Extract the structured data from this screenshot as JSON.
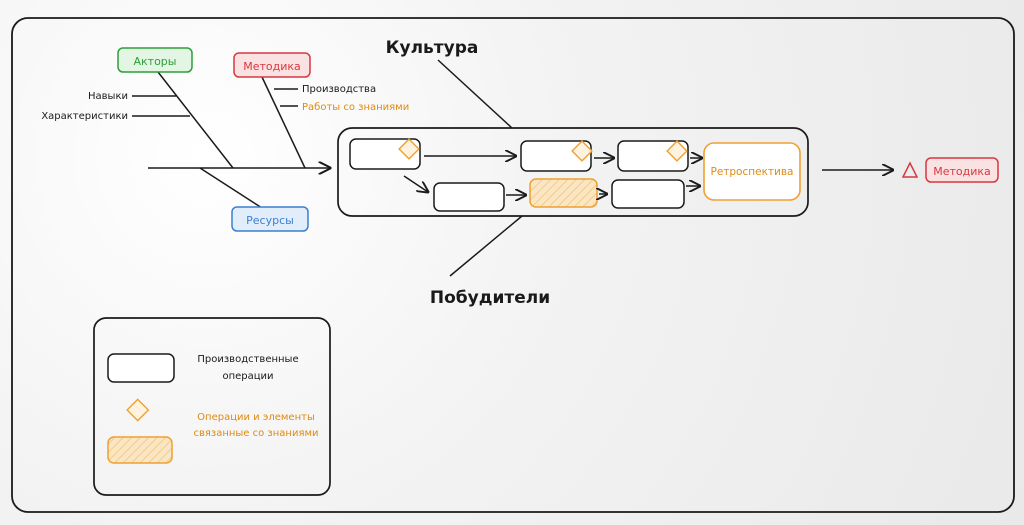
{
  "colors": {
    "ink": "#1a1a1a",
    "green": "#2e9e3a",
    "green_fill": "#e3f5e3",
    "red": "#d8383f",
    "red_fill": "#fbe2e2",
    "blue": "#3b7fd0",
    "blue_fill": "#e2edfb",
    "orange": "#f0a030",
    "orange_text": "#e08a10",
    "orange_fill": "#fbe6c4"
  },
  "labels": {
    "actors": "Акторы",
    "methodology_top": "Методика",
    "resources": "Ресурсы",
    "methodology_result": "Методика",
    "culture": "Культура",
    "drivers": "Побудители",
    "skills": "Навыки",
    "characteristics": "Характеристики",
    "production": "Производства",
    "knowledge_work": "Работы со знаниями",
    "retrospective": "Ретроспектива"
  },
  "legend": {
    "production_ops_line1": "Производственные",
    "production_ops_line2": "операции",
    "knowledge_ops_line1": "Операции и элементы",
    "knowledge_ops_line2": "связанные со знаниями"
  }
}
